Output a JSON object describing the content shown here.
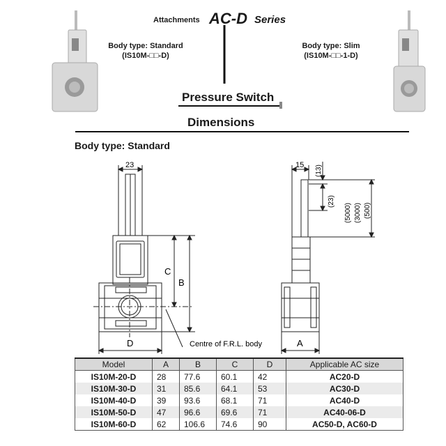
{
  "header": {
    "attachments_label": "Attachments",
    "series_code": "AC-D",
    "series_word": "Series"
  },
  "body_types": {
    "standard_label": "Body type: Standard",
    "standard_code": "(IS10M-□□-D)",
    "slim_label": "Body type: Slim",
    "slim_code": "(IS10M-□□-1-D)"
  },
  "titles": {
    "pressure_switch": "Pressure Switch",
    "dimensions": "Dimensions",
    "body_type_standard": "Body type: Standard"
  },
  "drawing": {
    "dim_23": "23",
    "dim_15": "15",
    "dim_13": "(13)",
    "dim_23p": "(23)",
    "dim_5000": "(5000)",
    "dim_3000": "(3000)",
    "dim_500": "(500)",
    "label_C": "C",
    "label_B": "B",
    "label_D": "D",
    "label_A": "A",
    "centre_label": "Centre of F.R.L. body"
  },
  "table": {
    "headers": [
      "Model",
      "A",
      "B",
      "C",
      "D",
      "Applicable AC size"
    ],
    "rows": [
      [
        "IS10M-20-D",
        "28",
        "77.6",
        "60.1",
        "42",
        "AC20-D"
      ],
      [
        "IS10M-30-D",
        "31",
        "85.6",
        "64.1",
        "53",
        "AC30-D"
      ],
      [
        "IS10M-40-D",
        "39",
        "93.6",
        "68.1",
        "71",
        "AC40-D"
      ],
      [
        "IS10M-50-D",
        "47",
        "96.6",
        "69.6",
        "71",
        "AC40-06-D"
      ],
      [
        "IS10M-60-D",
        "62",
        "106.6",
        "74.6",
        "90",
        "AC50-D, AC60-D"
      ]
    ]
  }
}
